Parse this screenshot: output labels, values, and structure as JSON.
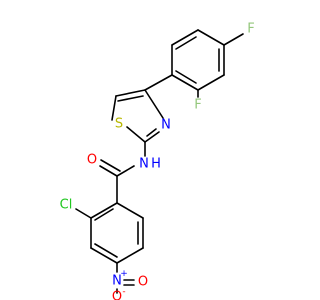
{
  "colors": {
    "bond": "#000000",
    "carbon": "#000000",
    "nitrogen": "#0000ff",
    "oxygen": "#ff0000",
    "sulfur": "#b8b800",
    "fluorine": "#94c77c",
    "chlorine": "#21c721"
  },
  "atoms": {
    "f_top": {
      "text": "F",
      "element": "fluorine"
    },
    "f_mid": {
      "text": "F",
      "element": "fluorine"
    },
    "s_thiazole": {
      "text": "S",
      "element": "sulfur"
    },
    "n_thiazole": {
      "text": "N",
      "element": "nitrogen"
    },
    "n_amide": {
      "text": "N",
      "element": "nitrogen"
    },
    "h_amide": {
      "text": "H",
      "element": "nitrogen"
    },
    "o_carbonyl": {
      "text": "O",
      "element": "oxygen"
    },
    "cl": {
      "text": "Cl",
      "element": "chlorine"
    },
    "n_nitro": {
      "text": "N",
      "element": "nitrogen"
    },
    "n_nitro_charge": {
      "text": "+",
      "element": "nitrogen"
    },
    "o_nitro_right": {
      "text": "O",
      "element": "oxygen"
    },
    "o_nitro_down": {
      "text": "O",
      "element": "oxygen"
    },
    "o_nitro_charge": {
      "text": "-",
      "element": "oxygen"
    }
  }
}
